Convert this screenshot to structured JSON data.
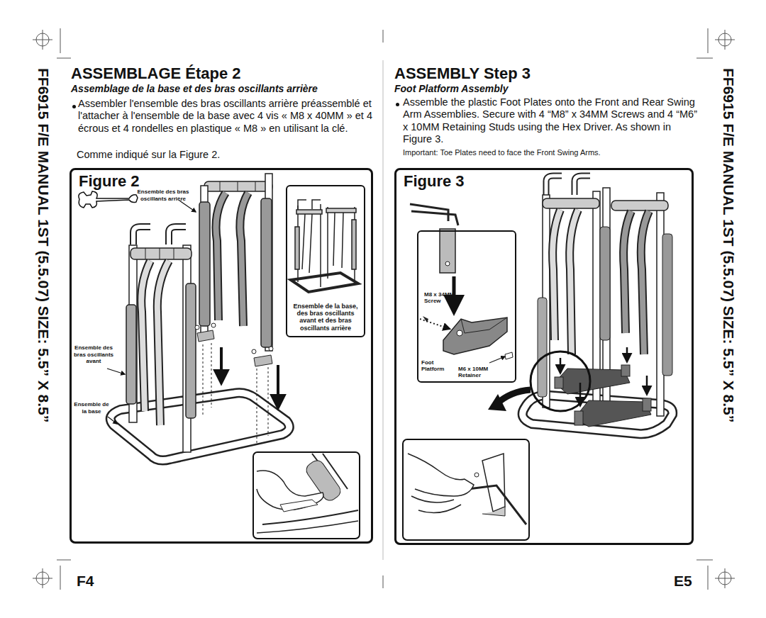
{
  "diagram": {
    "nodes": [
      {
        "text": [
          "Figure 2"
        ]
      },
      {
        "text": [
          "Ensemble de la base, des bras oscillants avant et des bras oscillants arrière"
        ],
        "in": 0
      },
      {
        "text": [
          "Figure 3"
        ]
      },
      {
        "text": [
          "M8 x 34MM Screw",
          "Foot Platform",
          "M6 x 10MM Retainer"
        ],
        "in": 2
      }
    ],
    "labels": [
      "FF6915 F/E MANUAL 1ST (5.5.07) SIZE: 5.5” X 8.5”",
      "FF6915 F/E MANUAL 1ST (5.5.07) SIZE: 5.5” X 8.5”",
      "ASSEMBLAGE  Étape 2",
      "Assemblage de la base et des bras oscillants arrière",
      "Assembler l'ensemble des bras oscillants arrière préassemblé et l'attacher à l'ensemble de la base avec 4 vis « M8 x 40MM » et 4 écrous et 4 rondelles en plastique « M8 » en utilisant la clé.",
      "Comme indiqué sur la Figure 2.",
      "Ensemble des bras oscillants arrière",
      "Ensemble des bras oscillants avant",
      "Ensemble de la base",
      "F4",
      "ASSEMBLY Step 3",
      "Foot Platform Assembly",
      "Assemble the plastic Foot Plates onto the Front and Rear Swing Arm Assemblies. Secure with 4 “M8” x 34MM Screws and 4 “M6” x 10MM Retaining Studs using the Hex Driver. As shown in Figure 3.",
      "Important: Toe Plates need to face the Front Swing Arms.",
      "E5"
    ]
  }
}
